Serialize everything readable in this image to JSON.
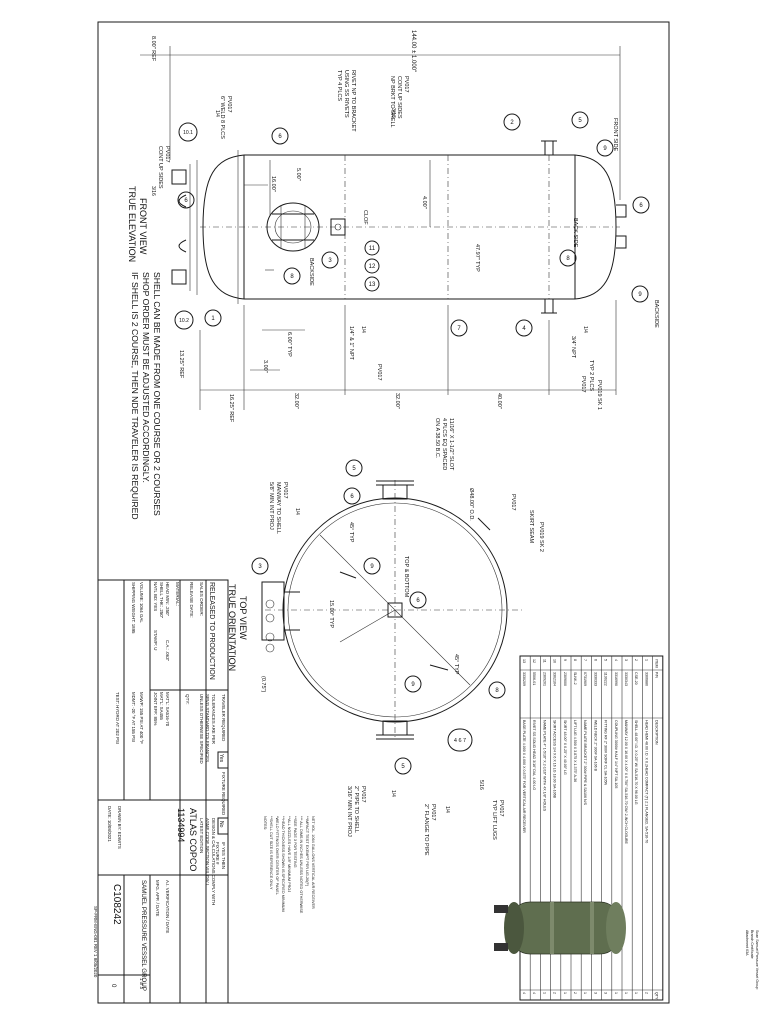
{
  "colors": {
    "ink": "#111111",
    "paper": "#ffffff",
    "photo_body": "#5a6a4a"
  },
  "front_view": {
    "overall_dim": "144.00 ± 1.000\"",
    "ref_dim_top": "8.00\" REF",
    "dim_16_00": "16.00\"",
    "dim_5_00": "5.00\"",
    "dim_4_00": "4.00\"",
    "clof": "CLOF",
    "dim_47_97": "47.97\" TYP",
    "note_rivet": [
      "RIVET NP TO BRACKET",
      "USING SS RIVETS",
      "TYP 4 PLCS"
    ],
    "note_pv017_top": [
      "PV017",
      "CONT UP SIDES",
      "NP BRKT TO SHELL"
    ],
    "weld_symbol_1": "3/16",
    "note_weld8": [
      "PV017",
      "6\" WELD 8 PLCS"
    ],
    "weld_symbol_2": "1/4",
    "note_pv017_left": [
      "PV017",
      "CONT UP SIDES"
    ],
    "weld_symbol_3": "3/16",
    "front_side": "FRONT SIDE",
    "back_side_a": "BACK SIDE",
    "back_side_b": "BACKSIDE",
    "back_side_c": "BACKSIDE",
    "title": [
      "FRONT VIEW",
      "TRUE ELEVATION"
    ],
    "dim_6_00": "6.00\" TYP",
    "dim_3_00": "3.00\"",
    "ref_13_25": "13.25\" REF",
    "ref_16_25": "16.25\" REF",
    "dim_32a": "32.00\"",
    "dim_32b": "32.00\"",
    "dim_40": "40.00\"",
    "npt_note": "1/4\" & 1\" NPT",
    "npt_weld": "1/4",
    "npt_pv": "PV017",
    "typ2": "TYP 2 PLCS",
    "npt34": "3/4\" NPT",
    "weld_1_4": "1/4",
    "pv017_b": "PV017",
    "pv019_sk1": "PV019 SK 1",
    "balloons": [
      "1",
      "2",
      "3",
      "4",
      "5",
      "6",
      "6",
      "6",
      "7",
      "8",
      "8",
      "9",
      "9",
      "10.1",
      "10.2",
      "11",
      "12",
      "13"
    ]
  },
  "notes_shell": [
    "SHELL CAN BE MADE FROM ONE COURSE OR 2 COURSES",
    "SHOP ORDER MUST BE ADJUSTED ACCORDINGLY.",
    "IF SHELL IS 2 COURSE, THEN NDE TRAVELER IS REQUIRED"
  ],
  "top_view": {
    "title": [
      "TOP VIEW",
      "TRUE ORIENTATION"
    ],
    "slot_note": [
      "11/16\" X 1-1/2\" SLOT",
      "4 PLCS EQ SPACED",
      "ON A 38.50 B.C."
    ],
    "od": "Ø48.00\" O.D.",
    "pv017_skirt": "PV017",
    "skirt_seam": "SKIRT SEAM",
    "pv019_sk2": "PV019 SK 2",
    "ang_45a": "45° TYP",
    "ang_15": "15.00° TYP",
    "ang_45b": "45° TYP",
    "top_bottom": "TOP & BOTTOM",
    "manway": [
      "PV017",
      "MANWAY TO SHELL",
      "5/8\" MIN INT PROJ"
    ],
    "weld_m": "1/4",
    "dim_075": "(0.75\")",
    "pipe_note": [
      "PV017",
      "2\" PIPE TO SHELL",
      "3/16\" MIN INT PROJ"
    ],
    "weld_p": "1/4",
    "flange_note": [
      "PV017",
      "2\" FLANGE TO PIPE"
    ],
    "weld_f": "1/4",
    "lift_note": [
      "PV017",
      "TYP LIFT LUGS"
    ],
    "weld_l": "5/16"
  },
  "bom": {
    "headers": [
      "ITEM",
      "P/N",
      "DESCRIPTION",
      "QTY"
    ],
    "rows": [
      [
        "1",
        "3306880",
        "HEAD HEMI 48.00 I.D. X 0.2HEAD COMPACT (T) 2:1 FLANGED, SA-516-70",
        "2"
      ],
      [
        "2",
        "CSE-20",
        "SHELL 48.00\" I.D. X 0.25\" W/ SA-516-70 X 96.00 LG",
        "1"
      ],
      [
        "3",
        "3330343",
        "MANWAY 12.00 X 16.00 X 4.00\" X 0.750\" SA-516-70 CW/ 2-INCH CLOSURE",
        "1"
      ],
      [
        "4",
        "3316990",
        "COUPLING 3000# HALF 1/4\" NPT SA-105",
        "1"
      ],
      [
        "5",
        "1130222",
        "FITTING RF 2\" 300# SORF CL SA-105N",
        "3"
      ],
      [
        "6",
        "3330333",
        "WELD NECK 2\" 300# SA-106 B",
        "3"
      ],
      [
        "7",
        "0731909",
        "NAME PLATE BRACKET 2\" 300# PIPE & SA106 N/S",
        "1"
      ],
      [
        "8",
        "SLNK-2",
        "LIFT LUG 4.500 X 3.875 X 1.375\" A-36",
        "2"
      ],
      [
        "9",
        "2309000",
        "SKIRT 48.00\" X 0.25\" X 40.00\" LG",
        "1"
      ],
      [
        "10",
        "3302104",
        "SKIRT ACCESS 1/4 X 6 X 16 LG 18.00 SA-106B",
        "2"
      ],
      [
        "11",
        "2309201",
        "NAME PLATE 4\" 1-5/16\" X 2-1/16\" WITH 4X 1/8\" HOLES",
        "1"
      ],
      [
        "12",
        "5506-01",
        "RIVET SS SOLID HEAD 3/16\" DIA, 4.00 LG",
        "4"
      ],
      [
        "13",
        "3330209",
        "BASE PLATE 4.000 X 4.000 X 0.875\" FOR VERTICAL AIR RECEIVER",
        "4"
      ]
    ]
  },
  "general_notes": [
    "NOTES:",
    "**SHELL CUT SIZE IS REFERENCE ONLY",
    "*WELD FITTINGS OVER CENTER OF PANEL",
    "**HEAD THICKNESS SHOWN IS SPECIFIED MINIMUM",
    "**ALL NOZZLES HAVE 1/8\" MINIMUM PROJ",
    "**SEE PAGE 3 FOR TESTING",
    "*** ALL DIMS IN INCHES UNLESS NOTED OTHERWISE",
    "**IMPACT TEST EXEMPT PER UG-20(F)",
    "NET VOL. 1064 GALLONS VERTICAL AIR RECEIVER"
  ],
  "title_block": {
    "released": "RELEASED TO PRODUCTION",
    "sales_order": "SALES ORDER:",
    "release_date": "RELEASE DATE:",
    "traveler": "TRAVELER REQUIRED",
    "fixture_q": "FIXTURE REQUIRED",
    "no": "No",
    "yes": "Yes",
    "tolerances": [
      "TOLERANCES ARE PER",
      "SPVG STANDARD TOLERANCES",
      "UNLESS OTHERWISE SPECIFIED"
    ],
    "qty": "QTY:",
    "material": "MATERIAL:",
    "fixture_no": [
      "IF YES THEN",
      "FIXTURE #"
    ],
    "design_note": [
      "DESIGN & CALCULATIONS COMPLY WITH",
      "ASME CODE SECTION VIII, DIV I",
      "LATEST EDITION"
    ],
    "head_min": "HEAD MIN: .250\"",
    "shell_thk": "SHELL THK: .250\"",
    "ca": "C.A.: .063\"",
    "mati": "MAT'L: SA516-70",
    "mati2": "MAT'L: SA455",
    "rt": "NATL BD: YES",
    "stamp": "STAMP: U",
    "mawp": "MAWP: 155 PSI AT 400 °F",
    "mdmt": "MDMT: -20 °F AT 155 PSI",
    "hydro": "TEST: HYDRO AT 202 PSI",
    "volume": "VOLUME: 1064 GAL",
    "ship_wt": "SHIPPING WEIGHT: 1895",
    "joint": "JOINT EFF: 85%",
    "customer": "ATLAS COPCO",
    "part": "1134994",
    "company": "SAMUEL PRESSURE VESSEL GROUP",
    "drawn_by": "DRAWN BY: EDWITS",
    "date": "DATE: 10/08/2021",
    "dwg_no": "C108242",
    "rev": "0",
    "sheet": "1 of 3",
    "ai_note": "A.I. VERIFICATION / DATE",
    "mfr_note": "MFG. APP. / DATE",
    "form": "SP-FRM-ENG-081  REV 1  8/05/2020",
    "corner_top": [
      "Scan",
      "Samuel Pressure Vessel Group",
      "Branch Certificate",
      "Attachment 03A"
    ]
  }
}
